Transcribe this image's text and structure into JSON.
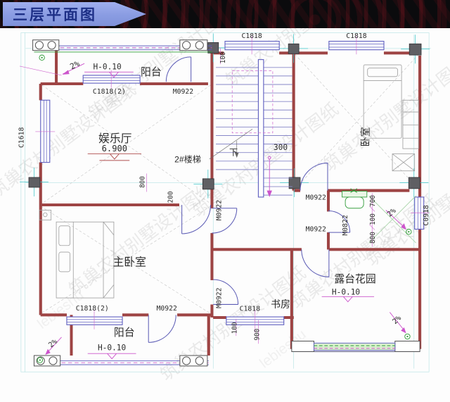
{
  "header": {
    "title": "三层平面图"
  },
  "watermark": {
    "cn": "筑巢农村别墅设计图纸",
    "latin": "lebieshu"
  },
  "rooms": {
    "balcony": "阳台",
    "entertainment": "娱乐厅",
    "bedroom": "卧室",
    "master": "主卧室",
    "study": "书房",
    "terrace": "露台花园",
    "stair": "2#楼梯",
    "down": "下"
  },
  "levels": {
    "h010": "H-0.10",
    "elev": "6.900",
    "slope": "2%"
  },
  "doors": {
    "m0922": "M0922",
    "m0822": "M0822"
  },
  "windows": {
    "c1818": "C1818",
    "c1818_2": "C1818(2)",
    "c1618": "C1618",
    "c0918": "C0918"
  },
  "dims": {
    "d100": "100",
    "d200": "200",
    "d300": "300",
    "d700": "700",
    "d800": "800",
    "d900": "900"
  },
  "colors": {
    "wall": "#9e4444",
    "window": "#5f5fc0",
    "annotation": "#cc55cc",
    "grid": "#72ccce",
    "green": "#2f9e38",
    "banner": "#8d9fe2",
    "banner_text": "#1d2f86"
  }
}
